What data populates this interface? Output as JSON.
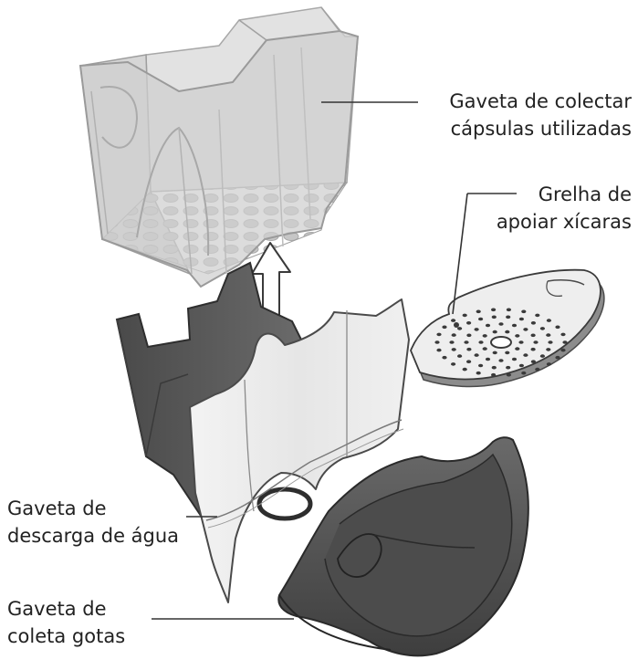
{
  "labels": {
    "capsule_drawer": {
      "line1": "Gaveta de colectar",
      "line2": "cápsulas utilizadas"
    },
    "cup_grid": {
      "line1": "Grelha de",
      "line2": "apoiar xícaras"
    },
    "water_drawer": {
      "line1": "Gaveta de",
      "line2": "descarga de água"
    },
    "drip_drawer": {
      "line1": "Gaveta de",
      "line2": "coleta gotas"
    }
  },
  "colors": {
    "translucent_fill": "#d4d4d4",
    "translucent_edge": "#a6a6a6",
    "dark_part": "#585858",
    "dark_edge": "#2e2e2e",
    "light_panel": "#ececec",
    "leader_line": "#333333"
  }
}
